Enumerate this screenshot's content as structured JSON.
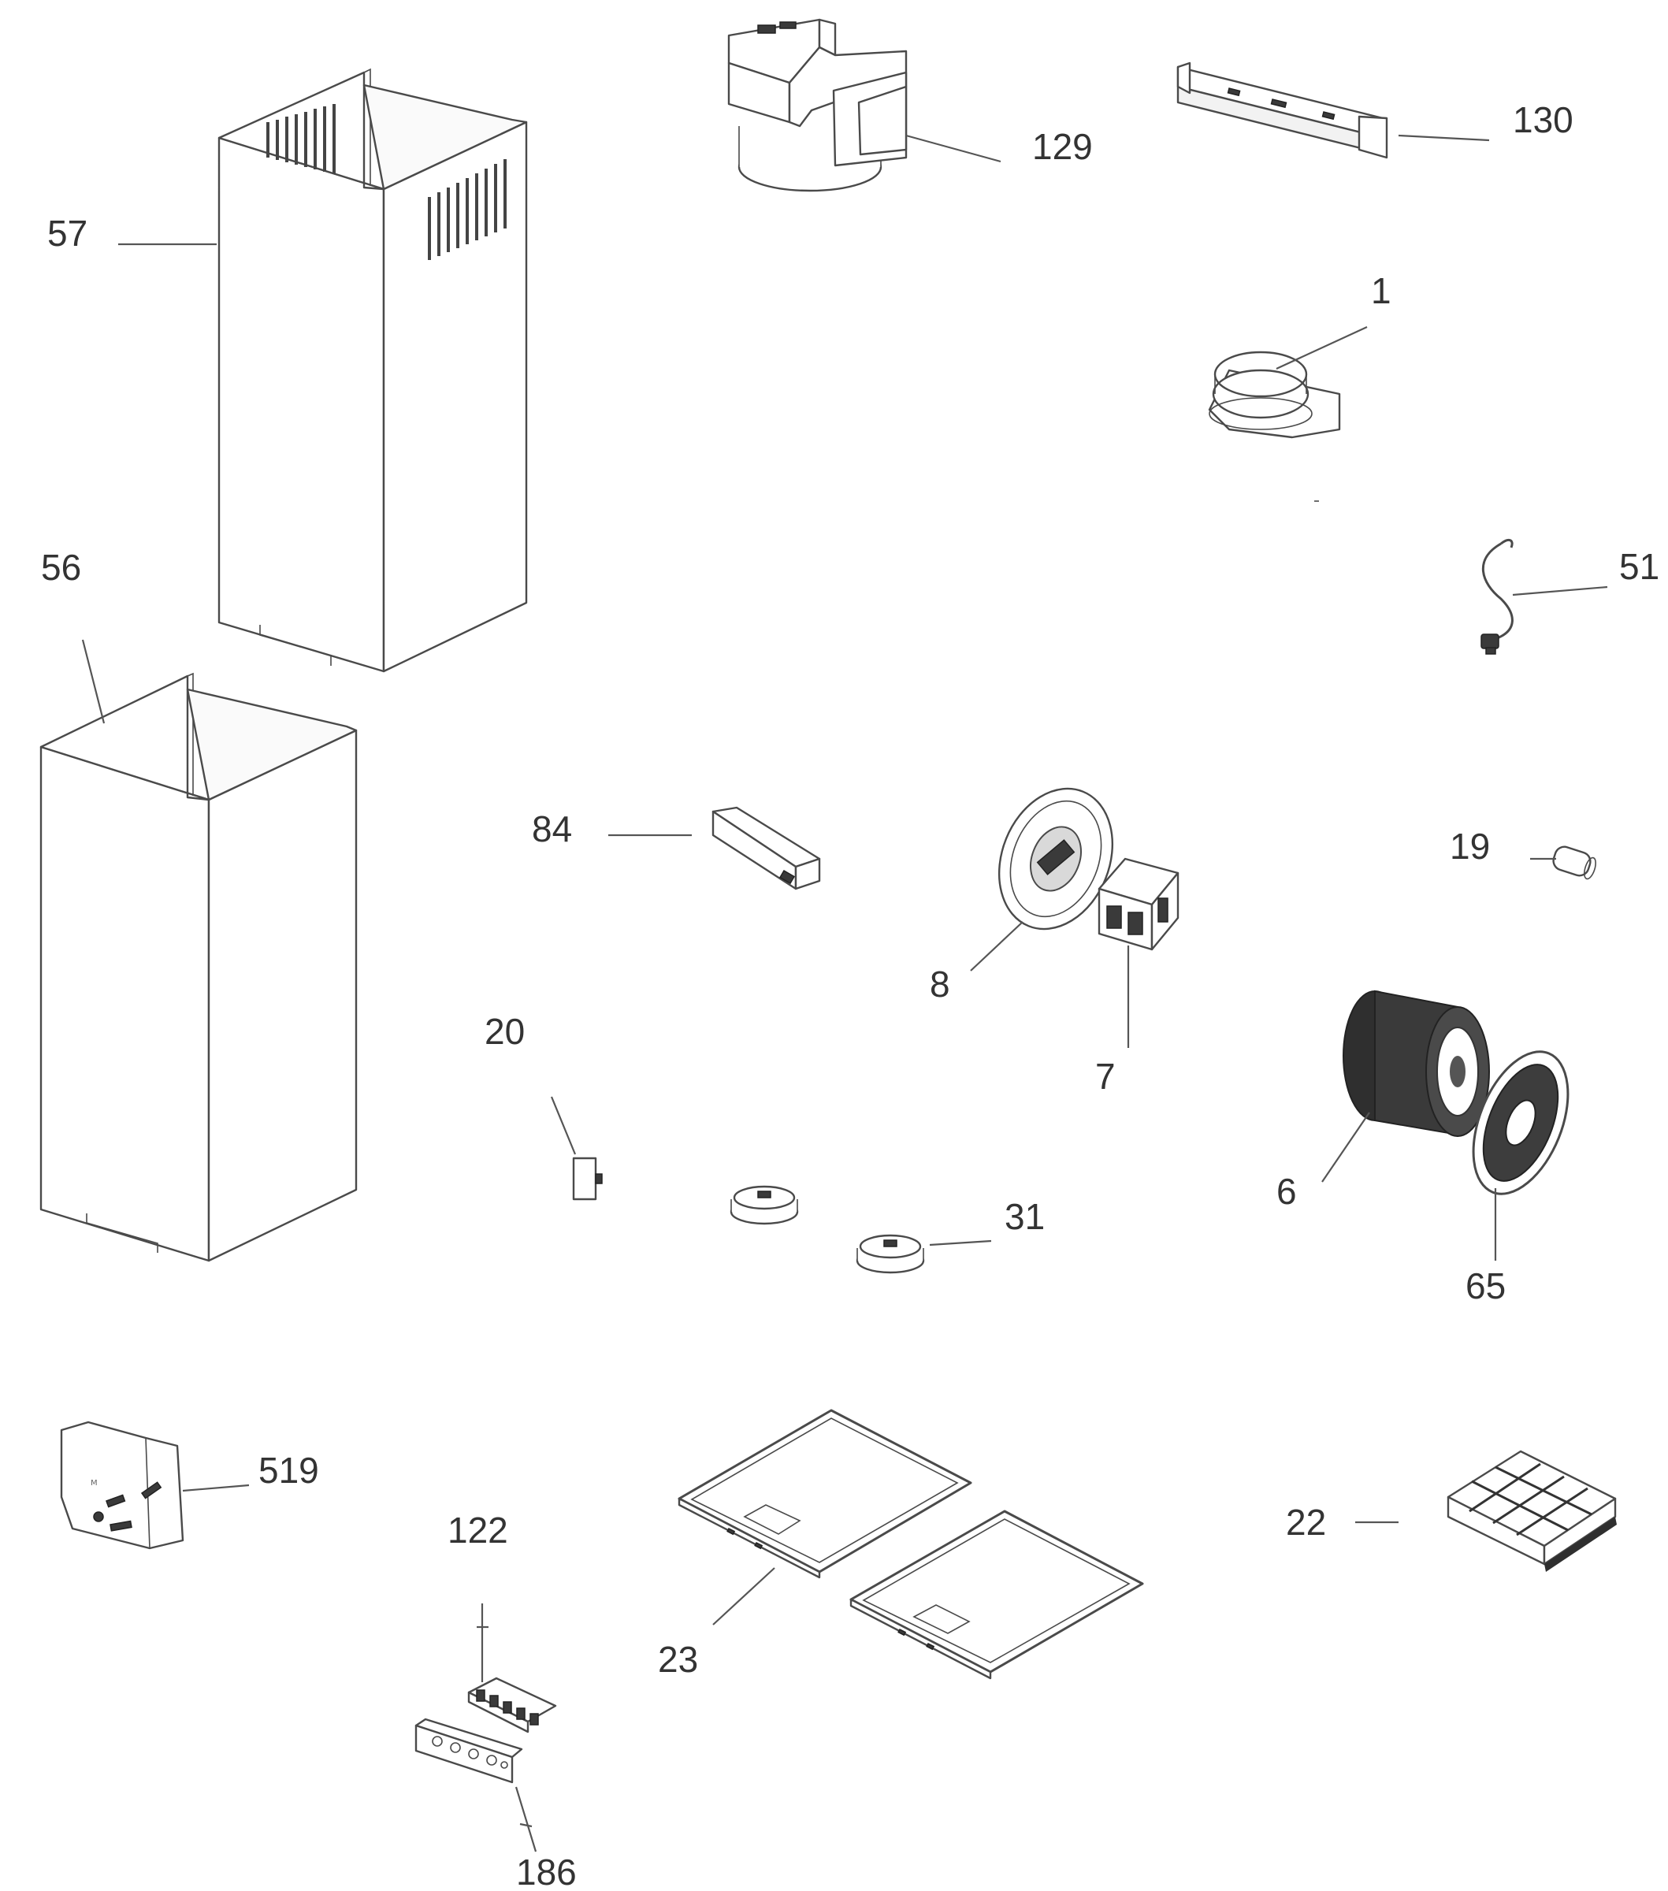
{
  "parts": [
    {
      "id": "57",
      "label": "57"
    },
    {
      "id": "56",
      "label": "56"
    },
    {
      "id": "129",
      "label": "129"
    },
    {
      "id": "130",
      "label": "130"
    },
    {
      "id": "1",
      "label": "1"
    },
    {
      "id": "51",
      "label": "51"
    },
    {
      "id": "84",
      "label": "84"
    },
    {
      "id": "8",
      "label": "8"
    },
    {
      "id": "7",
      "label": "7"
    },
    {
      "id": "19",
      "label": "19"
    },
    {
      "id": "20",
      "label": "20"
    },
    {
      "id": "31",
      "label": "31"
    },
    {
      "id": "6",
      "label": "6"
    },
    {
      "id": "65",
      "label": "65"
    },
    {
      "id": "519",
      "label": "519"
    },
    {
      "id": "122",
      "label": "122"
    },
    {
      "id": "23",
      "label": "23"
    },
    {
      "id": "22",
      "label": "22"
    },
    {
      "id": "186",
      "label": "186"
    }
  ]
}
